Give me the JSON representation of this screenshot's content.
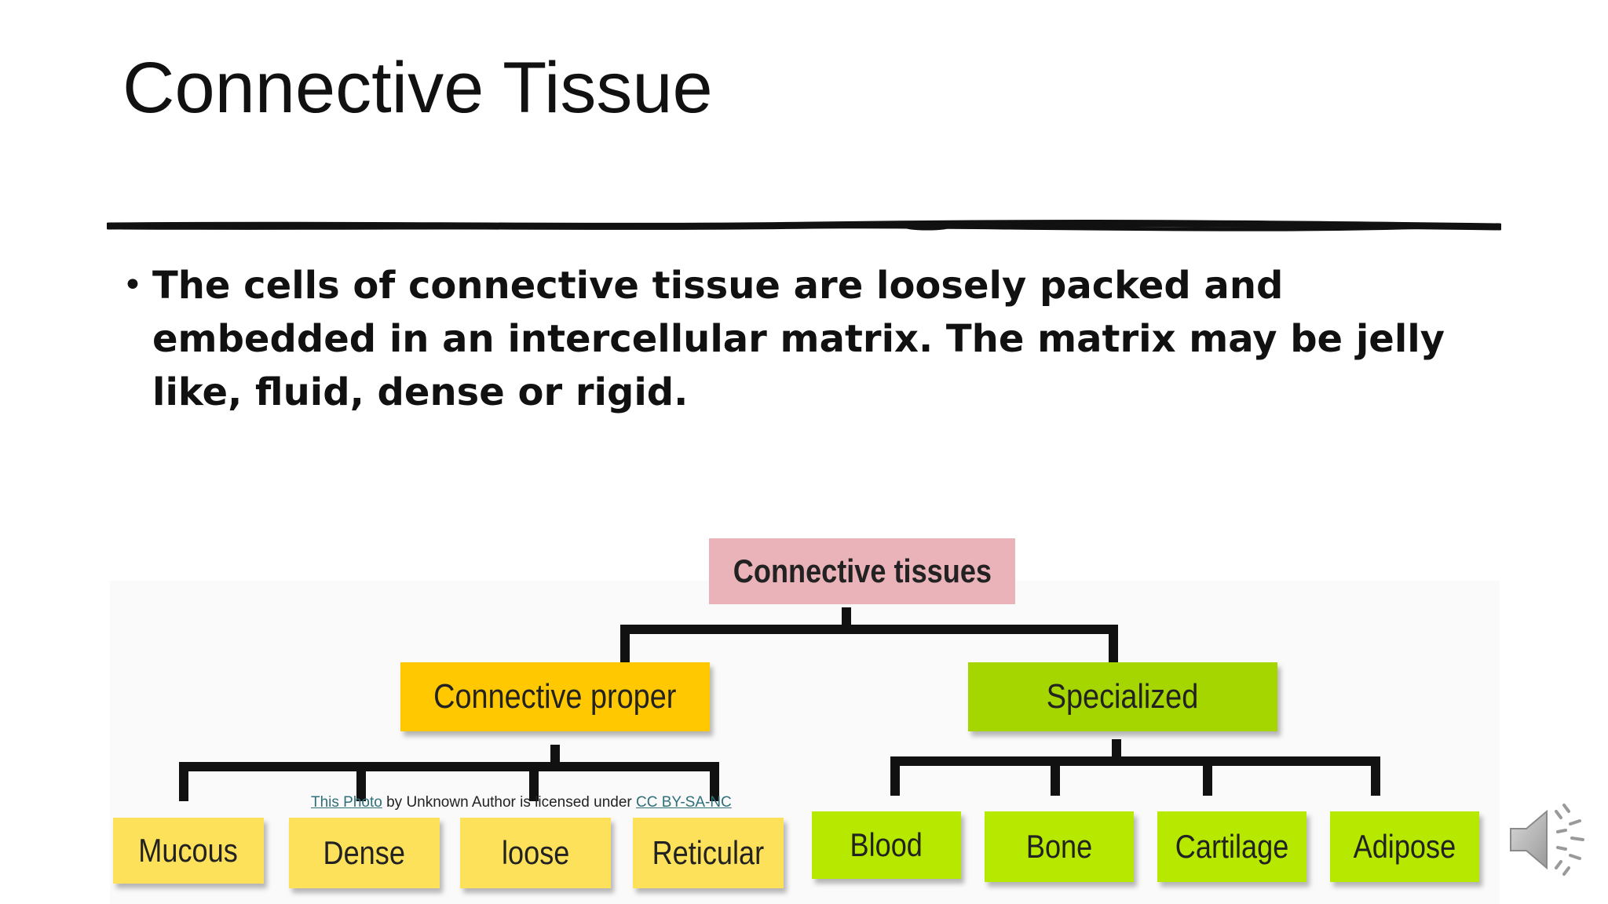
{
  "slide": {
    "title": "Connective Tissue",
    "bullets": [
      "The cells of connective tissue are loosely packed and embedded in an intercellular matrix. The matrix may be jelly like, fluid, dense or rigid."
    ]
  },
  "diagram": {
    "root": "Connective tissues",
    "branches": [
      {
        "label": "Connective proper",
        "color": "#ffc800",
        "children": [
          "Mucous",
          "Dense",
          "loose",
          "Reticular"
        ],
        "child_color": "#fde15a"
      },
      {
        "label": "Specialized",
        "color": "#a6d600",
        "children": [
          "Blood",
          "Bone",
          "Cartilage",
          "Adipose"
        ],
        "child_color": "#b6e800"
      }
    ],
    "root_color": "#eab3b9"
  },
  "credit": {
    "link_text": "This Photo",
    "middle_text": " by Unknown Author is licensed under ",
    "license_text": "CC BY-SA-NC"
  },
  "icons": {
    "audio": "speaker-icon"
  }
}
